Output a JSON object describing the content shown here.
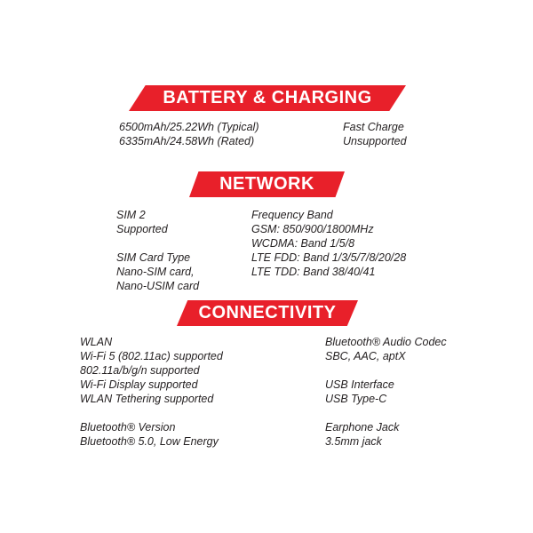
{
  "colors": {
    "accent": "#e8202a",
    "text": "#231f20"
  },
  "sections": [
    {
      "title": "BATTERY & CHARGING",
      "blocks": [
        {
          "lines": [
            "6500mAh/25.22Wh (Typical)",
            "6335mAh/24.58Wh (Rated)"
          ]
        },
        {
          "lines": [
            "Fast Charge",
            "Unsupported"
          ]
        }
      ]
    },
    {
      "title": "NETWORK",
      "blocks": [
        {
          "lines": [
            "SIM 2",
            "Supported"
          ]
        },
        {
          "lines": [
            "SIM Card Type",
            "Nano-SIM card,",
            "Nano-USIM card"
          ]
        },
        {
          "lines": [
            "Frequency Band",
            "GSM: 850/900/1800MHz",
            "WCDMA: Band 1/5/8",
            "LTE FDD: Band 1/3/5/7/8/20/28",
            "LTE TDD: Band 38/40/41"
          ]
        }
      ]
    },
    {
      "title": "CONNECTIVITY",
      "blocks": [
        {
          "lines": [
            "WLAN",
            "Wi-Fi 5 (802.11ac) supported",
            "802.11a/b/g/n supported",
            "Wi-Fi Display supported",
            "WLAN Tethering supported"
          ]
        },
        {
          "lines": [
            "Bluetooth® Version",
            "Bluetooth® 5.0, Low Energy"
          ]
        },
        {
          "lines": [
            "Bluetooth® Audio Codec",
            "SBC, AAC, aptX"
          ]
        },
        {
          "lines": [
            "USB Interface",
            "USB Type-C"
          ]
        },
        {
          "lines": [
            "Earphone Jack",
            "3.5mm jack"
          ]
        }
      ]
    }
  ]
}
